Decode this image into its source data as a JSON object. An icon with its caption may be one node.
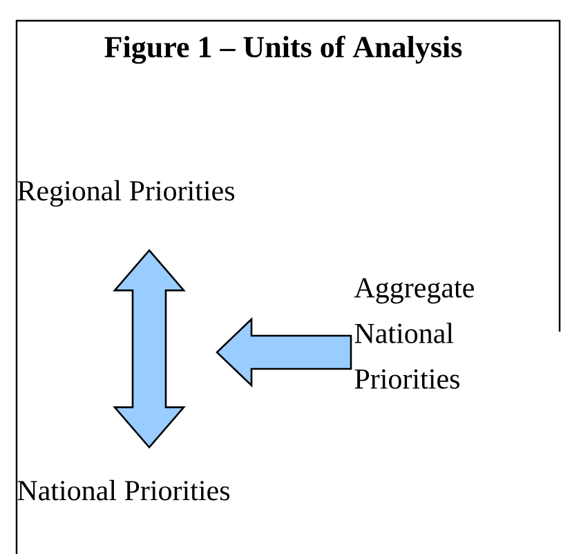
{
  "diagram": {
    "title": "Figure 1 – Units of Analysis",
    "nodes": [
      {
        "text": [
          "Regional Priorities"
        ]
      },
      {
        "text": [
          "National Priorities"
        ]
      },
      {
        "text": [
          "Aggregate National Priorities"
        ]
      }
    ],
    "edges": [
      {
        "from": 0,
        "to": 1,
        "arrow": "both"
      },
      {
        "from": 2,
        "to": null,
        "arrow": "to"
      }
    ]
  }
}
